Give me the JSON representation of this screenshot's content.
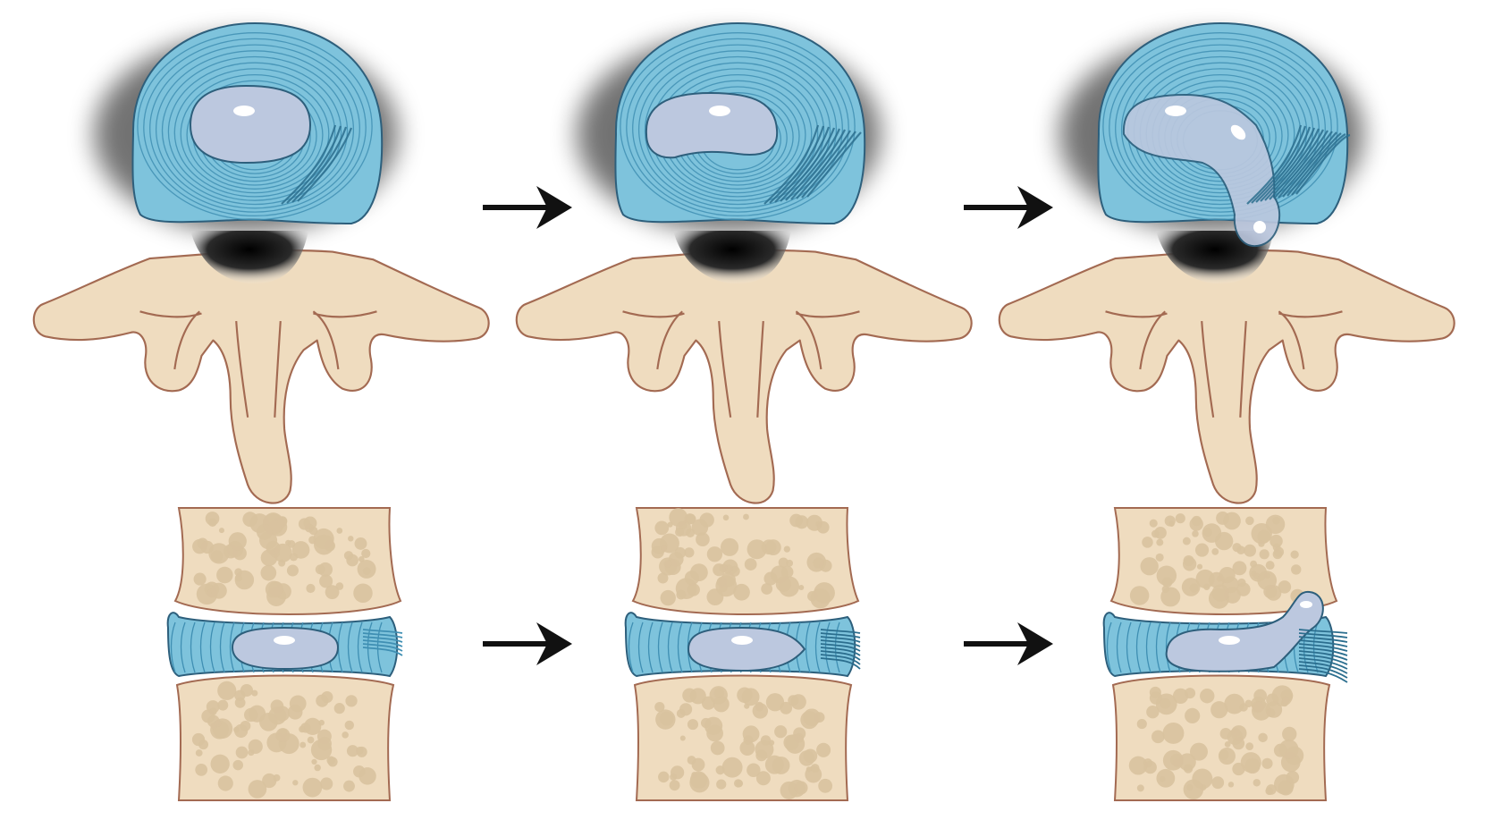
{
  "colors": {
    "background": "#ffffff",
    "bone": "#efdcbf",
    "bone_outline": "#a36a52",
    "bone_spot": "#d8c29f",
    "annulus": "#7ec3dc",
    "annulus_line": "#3f8fb3",
    "annulus_dark": "#2b6e8e",
    "nucleus": "#bcc8df",
    "nucleus_outline": "#2d5f7c",
    "highlight": "#ffffff",
    "shadow": "#000000",
    "arrow": "#111111"
  },
  "stages": [
    {
      "id": "normal",
      "view_top": "axial",
      "view_bottom": "sagittal"
    },
    {
      "id": "annular-tear",
      "view_top": "axial",
      "view_bottom": "sagittal"
    },
    {
      "id": "herniation",
      "view_top": "axial",
      "view_bottom": "sagittal"
    }
  ],
  "arrows": [
    {
      "row": "top",
      "from": "normal",
      "to": "annular-tear",
      "icon": "arrow-right-icon"
    },
    {
      "row": "top",
      "from": "annular-tear",
      "to": "herniation",
      "icon": "arrow-right-icon"
    },
    {
      "row": "bottom",
      "from": "normal",
      "to": "annular-tear",
      "icon": "arrow-right-icon"
    },
    {
      "row": "bottom",
      "from": "annular-tear",
      "to": "herniation",
      "icon": "arrow-right-icon"
    }
  ]
}
